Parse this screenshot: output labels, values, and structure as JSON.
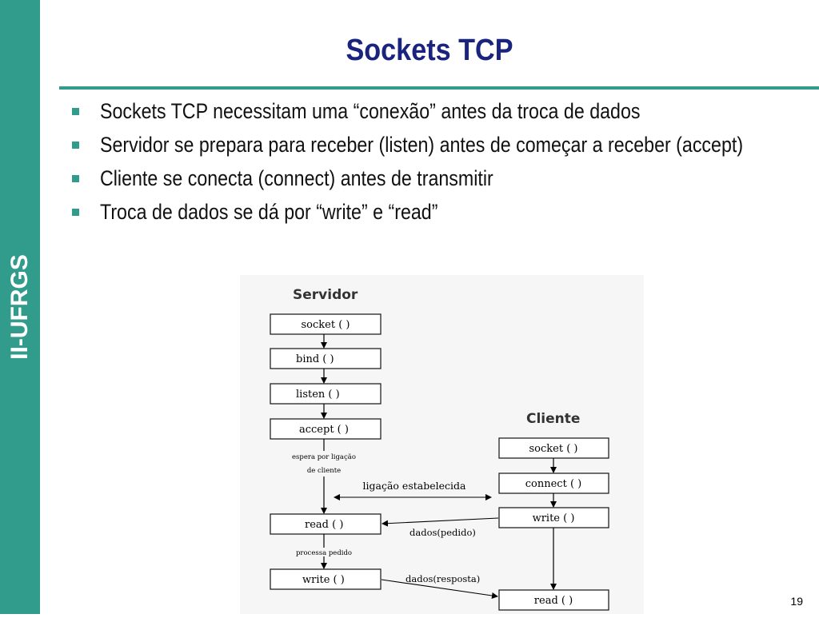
{
  "sidebar": {
    "label": "II-UFRGS"
  },
  "slide": {
    "title": "Sockets TCP",
    "page_number": "19",
    "accent_color": "#319c8c",
    "title_color": "#1a237e"
  },
  "bullets": [
    "Sockets TCP necessitam uma “conexão” antes da troca de dados",
    "Servidor se prepara para receber (listen) antes de começar a receber (accept)",
    "Cliente se conecta (connect) antes de transmitir",
    "Troca de dados se dá por “write” e “read”"
  ],
  "diagram": {
    "server_title": "Servidor",
    "client_title": "Cliente",
    "server_boxes": [
      "socket ( )",
      "bind ( )",
      "listen ( )",
      "accept ( )",
      "read ( )",
      "write ( )"
    ],
    "client_boxes": [
      "socket ( )",
      "connect ( )",
      "write ( )",
      "read ( )"
    ],
    "wait_label_line1": "espera por ligação",
    "wait_label_line2": "de cliente",
    "connection_label": "ligação estabelecida",
    "request_label": "dados(pedido)",
    "process_label": "processa pedido",
    "response_label": "dados(resposta)"
  }
}
